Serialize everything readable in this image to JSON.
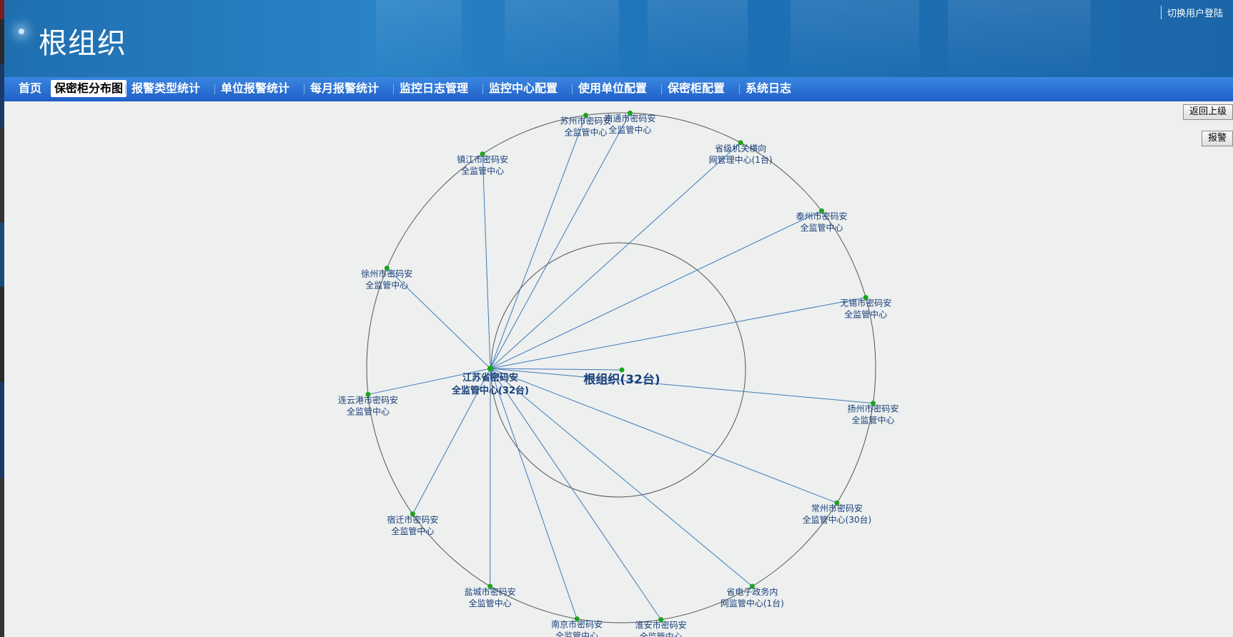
{
  "header": {
    "title": "根组织",
    "switch_user_label": "切换用户登陆"
  },
  "nav": {
    "items": [
      {
        "label": "首页"
      },
      {
        "label": "保密柜分布图"
      },
      {
        "label": "报警类型统计"
      },
      {
        "label": "单位报警统计"
      },
      {
        "label": "每月报警统计"
      },
      {
        "label": "监控日志管理"
      },
      {
        "label": "监控中心配置"
      },
      {
        "label": "使用单位配置"
      },
      {
        "label": "保密柜配置"
      },
      {
        "label": "系统日志"
      }
    ],
    "active_index": 1
  },
  "side_buttons": {
    "back_label": "返回上级",
    "alarm_label": "报警"
  },
  "graph": {
    "root": {
      "label": "根组织(32台)"
    },
    "center": {
      "line1": "江苏省密码安",
      "line2": "全监管中心(32台)"
    },
    "nodes": [
      {
        "line1": "南通市密码安",
        "line2": "全监管中心"
      },
      {
        "line1": "省级机关横向",
        "line2": "网管理中心(1台)"
      },
      {
        "line1": "泰州市密码安",
        "line2": "全监管中心"
      },
      {
        "line1": "无锡市密码安",
        "line2": "全监管中心"
      },
      {
        "line1": "扬州市密码安",
        "line2": "全监管中心"
      },
      {
        "line1": "常州市密码安",
        "line2": "全监管中心(30台)"
      },
      {
        "line1": "省电子政务内",
        "line2": "网监管中心(1台)"
      },
      {
        "line1": "淮安市密码安",
        "line2": "全监管中心"
      },
      {
        "line1": "南京市密码安",
        "line2": "全监管中心"
      },
      {
        "line1": "盐城市密码安",
        "line2": "全监管中心"
      },
      {
        "line1": "宿迁市密码安",
        "line2": "全监管中心"
      },
      {
        "line1": "连云港市密码安",
        "line2": "全监管中心"
      },
      {
        "line1": "徐州市密码安",
        "line2": "全监管中心"
      },
      {
        "line1": "镇江市密码安",
        "line2": "全监管中心"
      },
      {
        "line1": "苏州市密码安",
        "line2": "全监管中心"
      }
    ],
    "colors": {
      "edge": "#3f78b8",
      "node_dot": "#1aa51a",
      "ring": "#555555",
      "label": "#1a3f7a"
    }
  }
}
